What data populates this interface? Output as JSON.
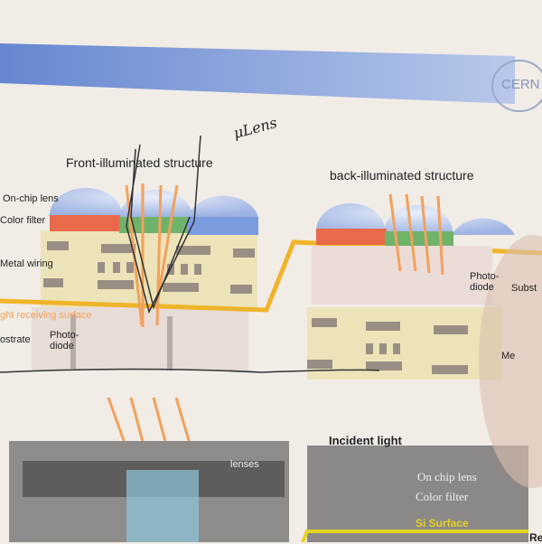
{
  "header": {
    "logo": "CERN"
  },
  "annotation": {
    "handwriting": "μLens"
  },
  "front": {
    "title": "Front-illuminated structure",
    "labels": {
      "lens": "On-chip lens",
      "filter": "Color filter",
      "wiring": "Metal wiring",
      "surface": "ght receiving surface",
      "substrate": "ostrate",
      "photodiode": "Photo-\ndiode"
    }
  },
  "back": {
    "title": "back-illuminated structure",
    "labels": {
      "photodiode": "Photo-\ndiode",
      "substrate": "Subst",
      "metal": "Me"
    }
  },
  "photo_left": {
    "label": "lenses"
  },
  "photo_right": {
    "incident": "Incident light",
    "lens": "On chip lens",
    "filter": "Color filter",
    "surface": "Si Surface",
    "edge": "Re"
  },
  "colors": {
    "orange": "#f2a15c",
    "yellow": "#f0b429",
    "red": "#e86a4a",
    "green": "#6fb36a",
    "blue": "#7b9de0",
    "band": "#6d8fd6"
  }
}
